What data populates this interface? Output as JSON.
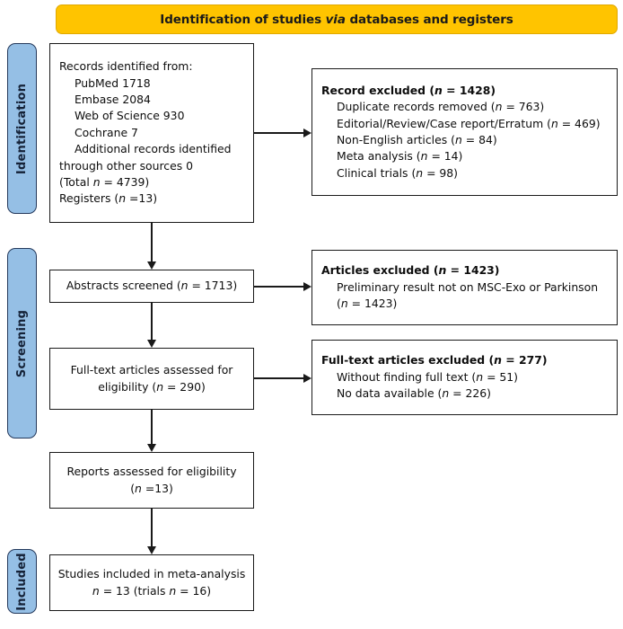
{
  "banner": {
    "text_before": "Identification of studies ",
    "text_italic": "via",
    "text_after": " databases and registers"
  },
  "phases": {
    "identification": "Identification",
    "screening": "Screening",
    "included": "Included"
  },
  "boxes": {
    "records_identified": {
      "lines": [
        "Records identified from:",
        "PubMed 1718",
        "Embase 2084",
        "Web of Science 930",
        "Cochrane 7",
        "Additional records identified",
        "through other sources 0",
        "(Total n = 4739)",
        "Registers (n =13)"
      ]
    },
    "record_excluded": {
      "title": "Record excluded (n = 1428)",
      "lines": [
        "Duplicate records removed (n = 763)",
        "Editorial/Review/Case report/Erratum (n = 469)",
        "Non-English articles (n = 84)",
        "Meta analysis (n = 14)",
        "Clinical trials (n = 98)"
      ]
    },
    "abstracts_screened": {
      "lines": [
        "Abstracts screened (n = 1713)"
      ]
    },
    "articles_excluded": {
      "title": "Articles excluded (n = 1423)",
      "lines": [
        "Preliminary result not on MSC-Exo or Parkinson",
        "(n = 1423)"
      ]
    },
    "fulltext_assessed": {
      "lines": [
        "Full-text articles assessed for",
        "eligibility (n = 290)"
      ]
    },
    "fulltext_excluded": {
      "title": "Full-text articles excluded (n = 277)",
      "lines": [
        "Without finding full text (n = 51)",
        "No data available (n = 226)"
      ]
    },
    "reports_assessed": {
      "lines": [
        "Reports assessed for eligibility",
        "(n =13)"
      ]
    },
    "studies_included": {
      "lines": [
        "Studies included in meta-analysis",
        "n = 13 (trials n = 16)"
      ]
    }
  },
  "colors": {
    "banner_fill": "#FFC400",
    "phase_fill": "#95BFE5",
    "phase_border": "#24395C",
    "box_border": "#1A1A1A",
    "text": "#0D0D0D"
  }
}
